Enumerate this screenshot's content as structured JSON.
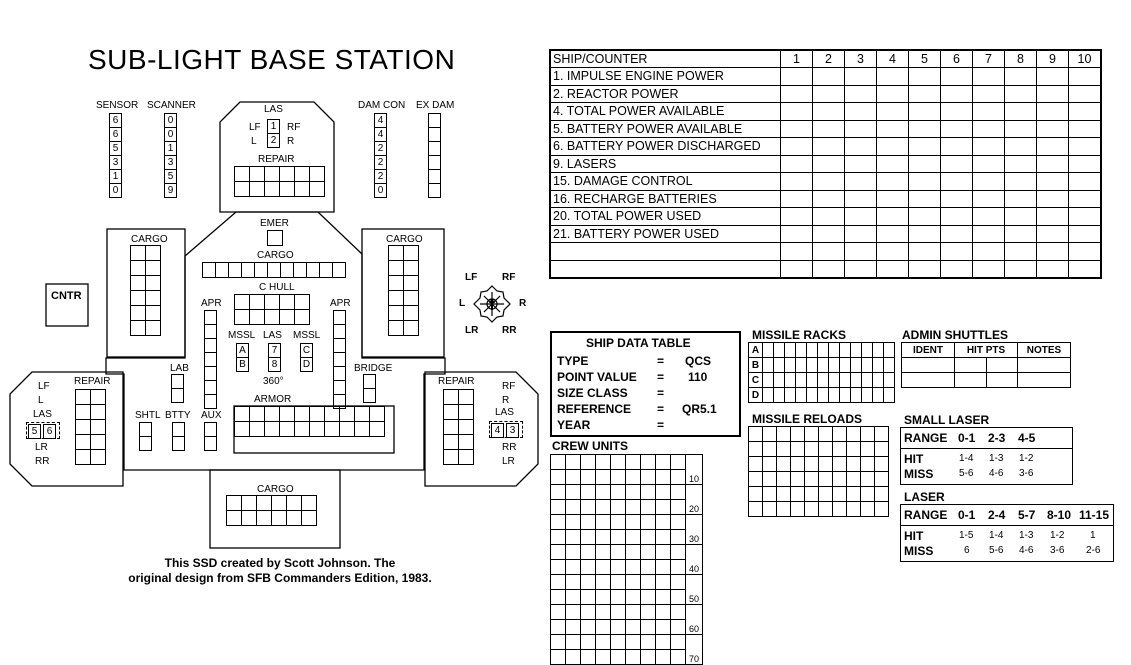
{
  "title": "SUB-LIGHT BASE STATION",
  "tracks": {
    "sensor": {
      "label": "SENSOR",
      "values": [
        "6",
        "6",
        "5",
        "3",
        "1",
        "0"
      ]
    },
    "scanner": {
      "label": "SCANNER",
      "values": [
        "0",
        "0",
        "1",
        "3",
        "5",
        "9"
      ]
    },
    "damcon": {
      "label": "DAM CON",
      "values": [
        "4",
        "4",
        "2",
        "2",
        "2",
        "0"
      ]
    },
    "exdam": {
      "label": "EX DAM",
      "values": [
        "",
        "",
        "",
        "",
        "",
        ""
      ]
    }
  },
  "ship_labels": {
    "las": "LAS",
    "lf": "LF",
    "l": "L",
    "rf": "RF",
    "r": "R",
    "lr": "LR",
    "rr": "RR",
    "las_top_1": "1",
    "las_top_2": "2",
    "repair": "REPAIR",
    "emer": "EMER",
    "cargo": "CARGO",
    "chull": "C HULL",
    "apr": "APR",
    "mssl": "MSSL",
    "lab": "LAB",
    "bridge": "BRIDGE",
    "shtl": "SHTL",
    "btty": "BTTY",
    "aux": "AUX",
    "armor": "ARMOR",
    "cntr": "CNTR",
    "deg360": "360°",
    "mssl_a": "A",
    "mssl_b": "B",
    "mssl_c": "C",
    "mssl_d": "D",
    "las_mid_7": "7",
    "las_mid_8": "8",
    "las_left_5": "5",
    "las_left_6": "6",
    "las_right_4": "4",
    "las_right_3": "3"
  },
  "credit": {
    "line1": "This SSD created by Scott Johnson.  The",
    "line2": "original design from SFB Commanders Edition, 1983."
  },
  "status_table": {
    "header": "SHIP/COUNTER",
    "columns": [
      "1",
      "2",
      "3",
      "4",
      "5",
      "6",
      "7",
      "8",
      "9",
      "10"
    ],
    "rows": [
      "1. IMPULSE ENGINE POWER",
      "2. REACTOR POWER",
      "4. TOTAL POWER AVAILABLE",
      "5. BATTERY POWER AVAILABLE",
      "6. BATTERY POWER DISCHARGED",
      "9. LASERS",
      "15. DAMAGE CONTROL",
      "16. RECHARGE BATTERIES",
      "20. TOTAL POWER USED",
      "21. BATTERY POWER USED",
      "",
      ""
    ]
  },
  "compass": {
    "lf": "LF",
    "rf": "RF",
    "l": "L",
    "r": "R",
    "lr": "LR",
    "rr": "RR"
  },
  "ship_data": {
    "title": "SHIP DATA TABLE",
    "rows": [
      {
        "key": "TYPE",
        "eq": "=",
        "val": "QCS"
      },
      {
        "key": "POINT VALUE",
        "eq": "=",
        "val": "110"
      },
      {
        "key": "SIZE CLASS",
        "eq": "=",
        "val": ""
      },
      {
        "key": "REFERENCE",
        "eq": "=",
        "val": "QR5.1"
      },
      {
        "key": "YEAR",
        "eq": "=",
        "val": ""
      }
    ]
  },
  "missile_racks": {
    "title": "MISSILE RACKS",
    "rows": [
      "A",
      "B",
      "C",
      "D"
    ]
  },
  "missile_reloads": {
    "title": "MISSILE RELOADS"
  },
  "admin_shuttles": {
    "title": "ADMIN SHUTTLES",
    "cols": [
      "IDENT",
      "HIT PTS",
      "NOTES"
    ]
  },
  "crew_units": {
    "title": "CREW UNITS",
    "marks": [
      "10",
      "20",
      "30",
      "40",
      "50",
      "60",
      "70"
    ]
  },
  "small_laser": {
    "title": "SMALL LASER",
    "range_label": "RANGE",
    "ranges": [
      "0-1",
      "2-3",
      "4-5"
    ],
    "hit_label": "HIT",
    "hit": [
      "1-4",
      "1-3",
      "1-2"
    ],
    "miss_label": "MISS",
    "miss": [
      "5-6",
      "4-6",
      "3-6"
    ]
  },
  "laser": {
    "title": "LASER",
    "range_label": "RANGE",
    "ranges": [
      "0-1",
      "2-4",
      "5-7",
      "8-10",
      "11-15"
    ],
    "hit_label": "HIT",
    "hit": [
      "1-5",
      "1-4",
      "1-3",
      "1-2",
      "1"
    ],
    "miss_label": "MISS",
    "miss": [
      "6",
      "5-6",
      "4-6",
      "3-6",
      "2-6"
    ]
  }
}
